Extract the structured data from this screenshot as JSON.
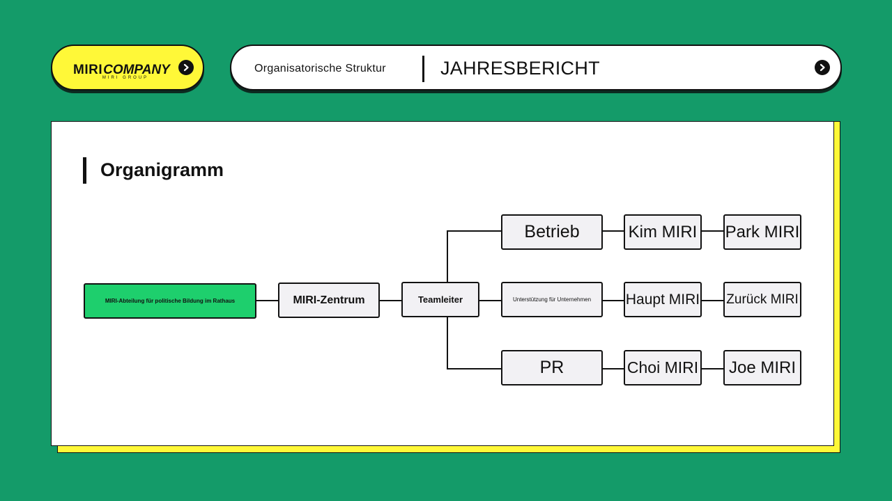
{
  "header": {
    "logo": {
      "brand_mark": "MIRI",
      "brand_name": "COMPANY",
      "tagline": "MIRI GROUP",
      "arrow_icon": "arrow-right-circle-icon"
    },
    "section_label": "Organisatorische Struktur",
    "report_title": "JAHRESBERICHT",
    "arrow_icon": "arrow-right-circle-icon"
  },
  "content": {
    "heading": "Organigramm"
  },
  "org_chart": {
    "root": "MIRI-Abteilung für politische Bildung im Rathaus",
    "center": "MIRI-Zentrum",
    "lead": "Teamleiter",
    "departments": [
      {
        "name": "Betrieb",
        "members": [
          "Kim MIRI",
          "Park MIRI"
        ]
      },
      {
        "name": "Unterstützung für Unternehmen",
        "members": [
          "Haupt MIRI",
          "Zurück MIRI"
        ]
      },
      {
        "name": "PR",
        "members": [
          "Choi MIRI",
          "Joe MIRI"
        ]
      }
    ]
  },
  "colors": {
    "background": "#149b69",
    "accent_yellow": "#fff838",
    "root_node": "#1ecf6d",
    "node_fill": "#f2f1f4",
    "ink": "#111111"
  }
}
